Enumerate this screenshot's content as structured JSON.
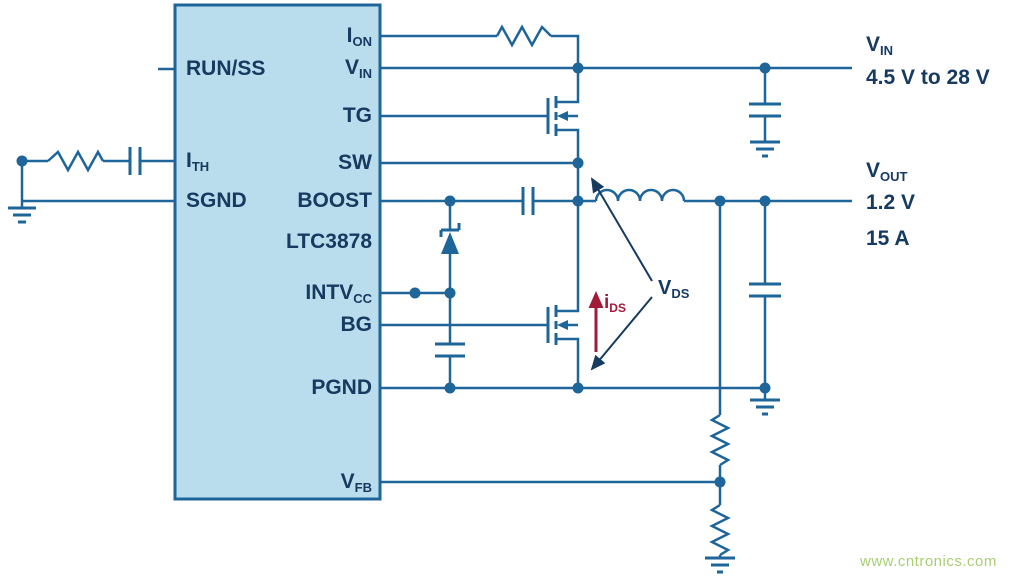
{
  "ic": {
    "part_number": "LTC3878",
    "pins": {
      "run_ss": {
        "base": "RUN/SS",
        "sub": ""
      },
      "ith": {
        "base": "I",
        "sub": "TH"
      },
      "sgnd": {
        "base": "SGND",
        "sub": ""
      },
      "ion": {
        "base": "I",
        "sub": "ON"
      },
      "vin": {
        "base": "V",
        "sub": "IN"
      },
      "tg": {
        "base": "TG",
        "sub": ""
      },
      "sw": {
        "base": "SW",
        "sub": ""
      },
      "boost": {
        "base": "BOOST",
        "sub": ""
      },
      "intvcc": {
        "base": "INTV",
        "sub": "CC"
      },
      "bg": {
        "base": "BG",
        "sub": ""
      },
      "pgnd": {
        "base": "PGND",
        "sub": ""
      },
      "vfb": {
        "base": "V",
        "sub": "FB"
      }
    }
  },
  "rails": {
    "vin": {
      "base": "V",
      "sub": "IN",
      "range": "4.5 V to 28 V"
    },
    "vout": {
      "base": "V",
      "sub": "OUT",
      "voltage": "1.2 V",
      "current": "15 A"
    }
  },
  "annotations": {
    "vds": {
      "base": "V",
      "sub": "DS"
    },
    "ids": {
      "base": "i",
      "sub": "DS"
    }
  },
  "watermark": "www.cntronics.com",
  "colors": {
    "wire": "#1e659a",
    "ic_fill": "#badded",
    "label_text": "#163a60",
    "current_arrow": "#a11a38",
    "watermark": "#a9ce74"
  }
}
